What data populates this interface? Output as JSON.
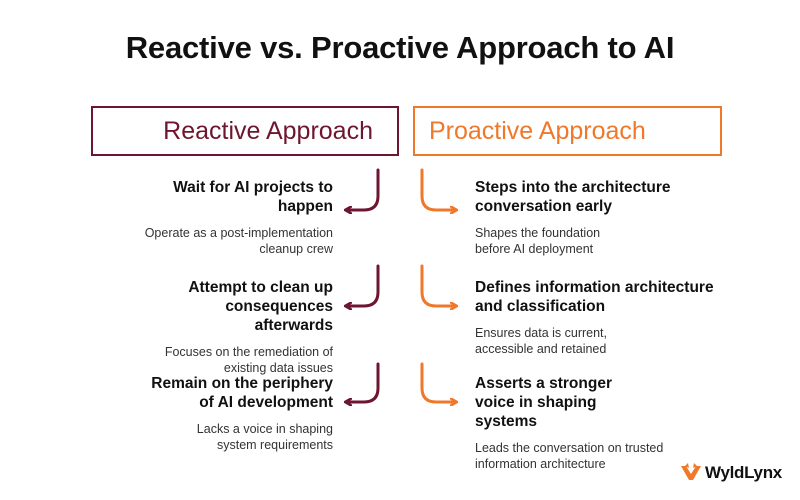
{
  "title": "Reactive vs. Proactive Approach to AI",
  "reactive": {
    "label": "Reactive Approach",
    "color": "#6e1630",
    "items": [
      {
        "head": "Wait for AI projects to happen",
        "sub": "Operate as a post-implementation cleanup crew"
      },
      {
        "head": "Attempt to clean up consequences afterwards",
        "sub": "Focuses on the remediation of existing data issues"
      },
      {
        "head": "Remain on the periphery of AI development",
        "sub": "Lacks a voice in shaping system requirements"
      }
    ]
  },
  "proactive": {
    "label": "Proactive Approach",
    "color": "#f0782a",
    "items": [
      {
        "head": "Steps into the architecture conversation early",
        "sub": "Shapes the foundation before AI deployment"
      },
      {
        "head": "Defines information architecture and classification",
        "sub": "Ensures data is current, accessible and retained"
      },
      {
        "head": "Asserts a stronger voice in shaping systems",
        "sub": "Leads the conversation on trusted information architecture"
      }
    ]
  },
  "logo": {
    "text": "WyldLynx",
    "icon": "wyldlynx-logo-icon",
    "accent": "#f0782a"
  }
}
